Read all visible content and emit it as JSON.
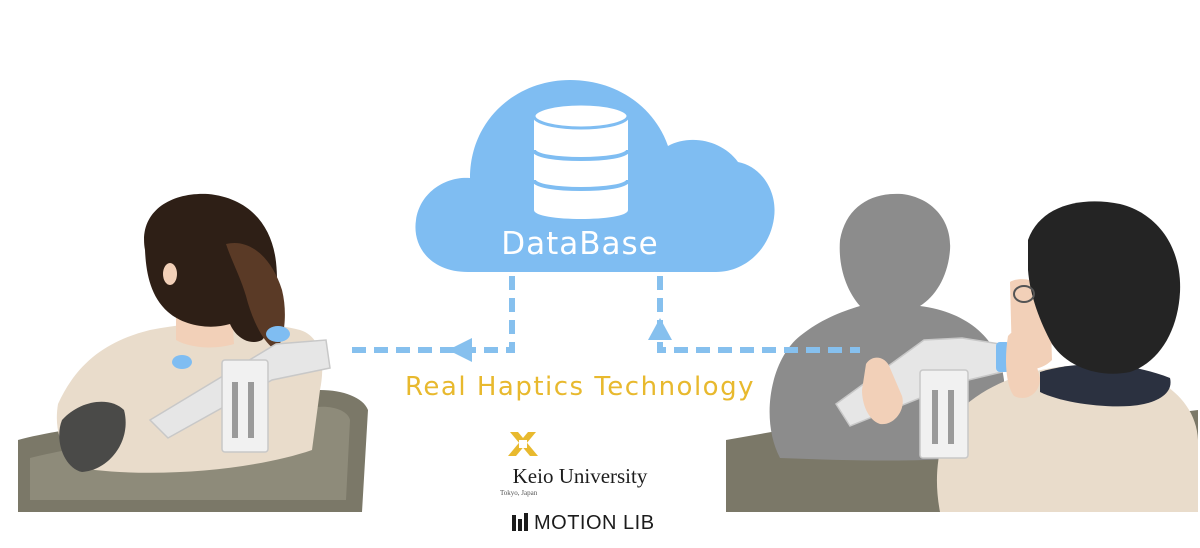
{
  "database": {
    "label": "DataBase"
  },
  "technology": {
    "label": "Real Haptics Technology"
  },
  "university": {
    "name": "Keio University",
    "location": "Tokyo, Japan"
  },
  "company": {
    "name": "MOTION LIB"
  },
  "colors": {
    "cloud": "#7fbdf2",
    "connector": "#86c0ee",
    "accent_yellow": "#e8b92e",
    "chair": "#7b7868",
    "device": "#e6e6e6",
    "shadow_person": "#8c8c8c",
    "skin": "#f2d0b8",
    "jacket": "#e9dccb",
    "hair_left": "#2e1f16",
    "hair_right": "#242424"
  },
  "icons": [
    "database-icon",
    "cloud-icon",
    "keio-logo-icon",
    "motion-lib-logo-icon"
  ]
}
